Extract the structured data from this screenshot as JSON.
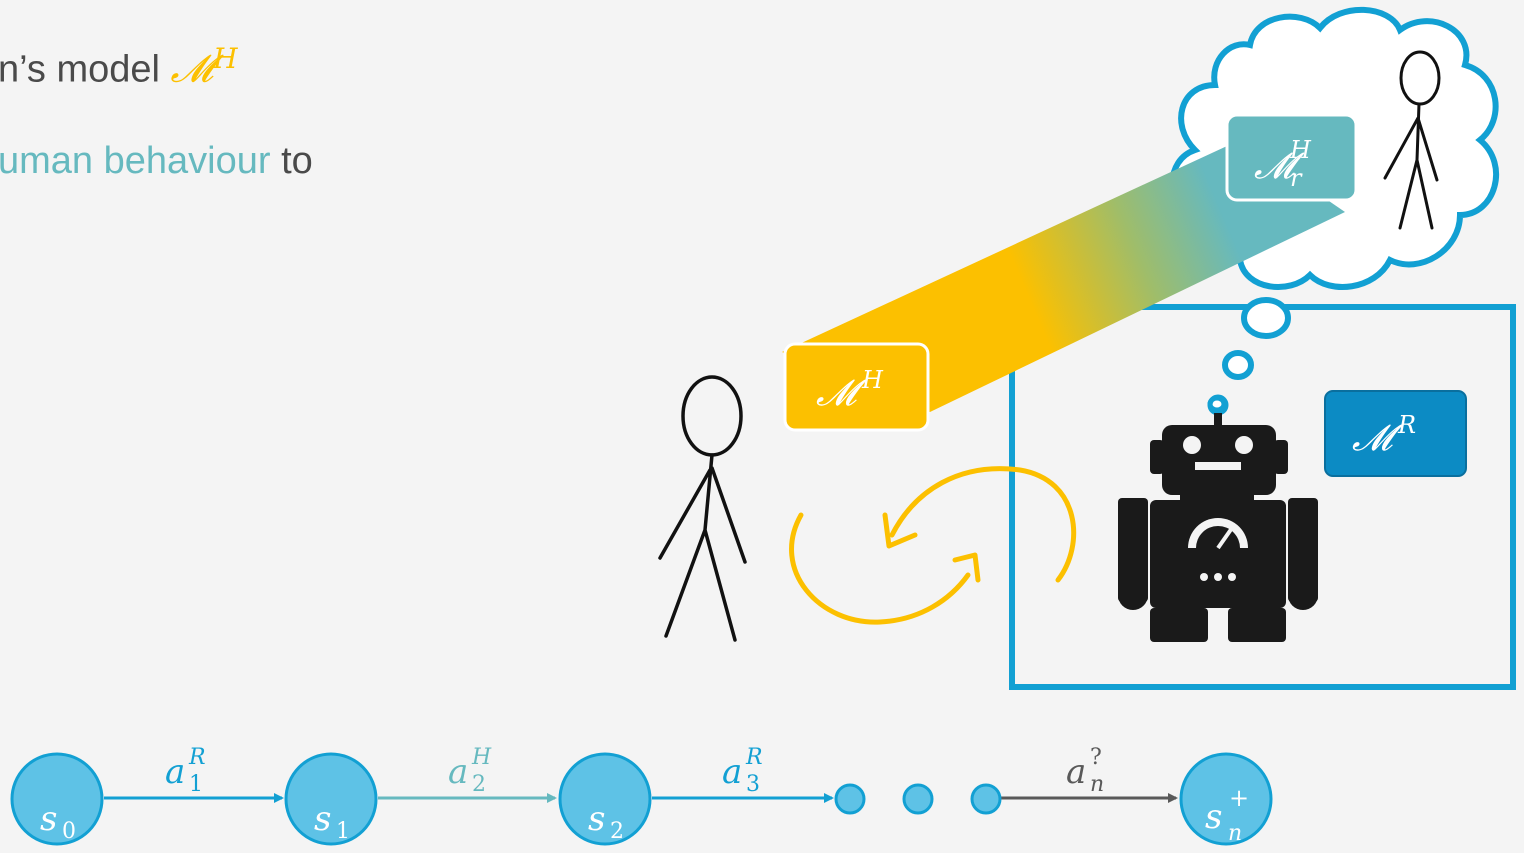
{
  "text": {
    "line1": {
      "a": "n’s model ",
      "b": "𝓜",
      "c": "H"
    },
    "line2": {
      "a": "uman behaviour",
      "b": " to"
    }
  },
  "labels": {
    "human_model": {
      "base": "𝓜",
      "sup": "H"
    },
    "robot_model": {
      "base": "𝓜",
      "sup": "R"
    },
    "belief_model": {
      "base": "𝓜",
      "sup": "H",
      "sub": "r"
    }
  },
  "chain": {
    "states": [
      {
        "base": "s",
        "sub": "0"
      },
      {
        "base": "s",
        "sub": "1"
      },
      {
        "base": "s",
        "sub": "2"
      },
      {
        "base": "s",
        "sub": "n",
        "sup": "+"
      }
    ],
    "actions": [
      {
        "base": "a",
        "sup": "R",
        "sub": "1"
      },
      {
        "base": "a",
        "sup": "H",
        "sub": "2"
      },
      {
        "base": "a",
        "sup": "R",
        "sub": "3"
      },
      {
        "base": "a",
        "sup": "?",
        "sub": "n"
      }
    ]
  },
  "colors": {
    "background": "#f4f4f4",
    "yellow": "#fcc000",
    "teal": "#66b9bf",
    "blue": "#12a0d3",
    "dark_blue": "#0c8bc4",
    "state_fill": "#5ec2e6",
    "gray": "#595959",
    "text_gray": "#4a4a4a"
  },
  "icons": [
    "human-stick-figure-icon",
    "robot-icon",
    "thought-cloud-icon",
    "cycle-arrows-icon"
  ]
}
